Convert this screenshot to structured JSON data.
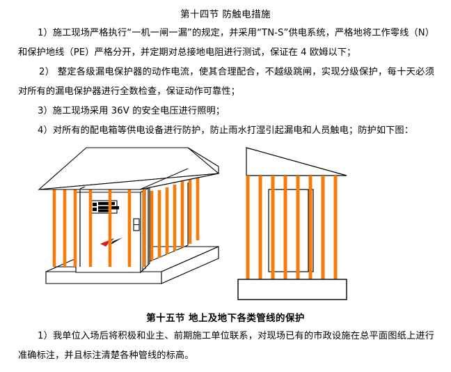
{
  "document": {
    "section14": {
      "title": "第十四节  防触电措施",
      "paragraphs": [
        "1）施工现场严格执行“一机一闸一漏”的规定，并采用“TN-S”供电系统，严格地将工作零线（N）和保护地线（PE）严格分开，并定期对总接地电阻进行测试，保证在 4 欧姆以下；",
        "2）  整定各级漏电保护器的动作电流，使其合理配合，不越级跳闸，实现分级保护，每十天必须对所有的漏电保护器进行全数检查，保证动作可靠性；",
        "3）施工现场采用 36V 的安全电压进行照明；",
        "4）对所有的配电箱等供电设备进行防护，防止雨水打湿引起漏电和人员触电；防护如下图："
      ]
    },
    "section15": {
      "title": "第十五节  地上及地下各类管线的保护",
      "paragraphs": [
        "1）我单位入场后将积极和业主、前期施工单位联系，对现场已有的市政设施在总平面图纸上进行准确标注，并且标注清楚各种管线的标高。"
      ]
    }
  },
  "figure": {
    "caption_ref": "防护如下图：",
    "colors": {
      "bar_orange": "#F57C0A",
      "outline_black": "#000000",
      "warning_red": "#E02020",
      "panel_black": "#000000",
      "background_white": "#FFFFFF"
    },
    "left_diagram": {
      "name": "配电箱防护棚三维示意图",
      "view": "isometric",
      "bar_count_front": 6,
      "bar_count_side": 7,
      "elements": [
        "roof-slab",
        "protective-bars",
        "distribution-box",
        "box-door",
        "meter-panel",
        "door-latch",
        "electric-shock-warning",
        "base-slab"
      ]
    },
    "right_diagram": {
      "name": "配电箱防护棚立面示意图",
      "view": "elevation",
      "bar_count": 8,
      "roof_slope": "向右下倾斜",
      "elements": [
        "sloped-roof",
        "protective-bars",
        "distribution-box-outline",
        "base-slab"
      ]
    }
  }
}
